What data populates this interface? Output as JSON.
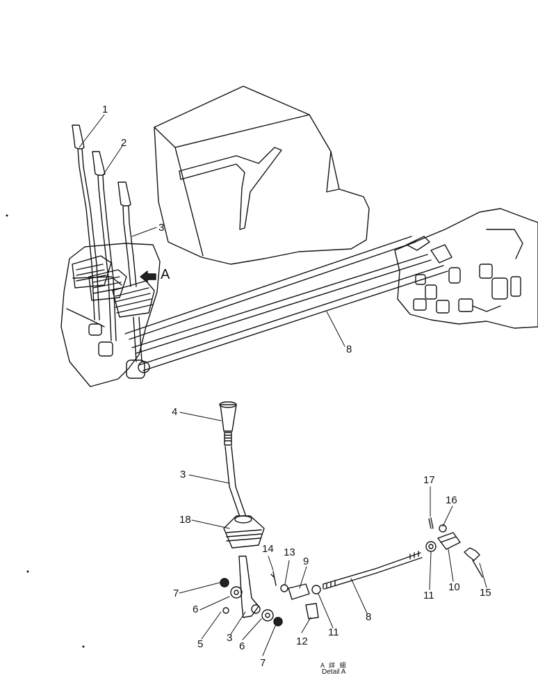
{
  "callouts": {
    "c1": "1",
    "c2": "2",
    "c3a": "3",
    "cA": "A",
    "c8a": "8",
    "c4": "4",
    "c3b": "3",
    "c18": "18",
    "c7a": "7",
    "c6a": "6",
    "c5": "5",
    "c3c": "3",
    "c6b": "6",
    "c7b": "7",
    "c14": "14",
    "c13": "13",
    "c9": "9",
    "c12": "12",
    "c11a": "11",
    "c8b": "8",
    "c17": "17",
    "c16": "16",
    "c11b": "11",
    "c10": "10",
    "c15": "15"
  },
  "detail_label": {
    "japanese": "A 詳 細",
    "english": "Detail A"
  }
}
